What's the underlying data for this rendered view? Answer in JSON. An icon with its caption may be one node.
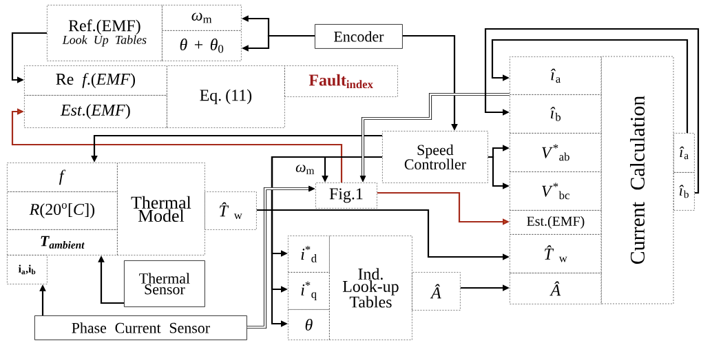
{
  "diagram": {
    "nodes": [
      {
        "text": [
          "Ref.(EMF)",
          "Look Up Tables"
        ]
      },
      {
        "text": [
          "*ω*$_{m}$"
        ]
      },
      {
        "text": [
          "*θ* + *θ*$_{0}$"
        ]
      },
      {
        "text": [
          "Encoder"
        ]
      },
      {
        "text": [
          "Re *f*.(*EMF*)"
        ]
      },
      {
        "text": [
          "*Est*.(*EMF*)"
        ]
      },
      {
        "text": [
          "Eq. (11)"
        ]
      },
      {
        "text": [
          "Fault$_{index}$"
        ]
      },
      {
        "text": [
          "*f*"
        ]
      },
      {
        "text": [
          "*R*(20$^{o}$[*C*])"
        ]
      },
      {
        "text": [
          "T$_{ambient}$"
        ]
      },
      {
        "text": [
          "Thermal Model"
        ]
      },
      {
        "text": [
          "*T̂*$_{w}$"
        ]
      },
      {
        "text": [
          "i$_{a}$,i$_{b}$"
        ]
      },
      {
        "text": [
          "Thermal Sensor"
        ]
      },
      {
        "text": [
          "Speed Controller"
        ]
      },
      {
        "text": [
          "Fig.1"
        ]
      },
      {
        "text": [
          "*i*$^{*}$$_{d}$"
        ]
      },
      {
        "text": [
          "*i*$^{*}$$_{q}$"
        ]
      },
      {
        "text": [
          "*θ*"
        ]
      },
      {
        "text": [
          "Ind. Look-up Tables"
        ]
      },
      {
        "text": [
          "*Â*"
        ]
      },
      {
        "text": [
          "Phase Current Sensor"
        ]
      },
      {
        "text": [
          "*î*$_{a}$"
        ]
      },
      {
        "text": [
          "*î*$_{b}$"
        ]
      },
      {
        "text": [
          "*V*$^{*}$$_{ab}$"
        ]
      },
      {
        "text": [
          "*V*$^{*}$$_{bc}$"
        ]
      },
      {
        "text": [
          "Est.(EMF)"
        ]
      },
      {
        "text": [
          "*T̂*$_{w}$"
        ]
      },
      {
        "text": [
          "*Â*"
        ]
      },
      {
        "text": [
          "Current Calculation"
        ]
      },
      {
        "text": [
          "*î*$_{a}$"
        ]
      },
      {
        "text": [
          "*î*$_{b}$"
        ]
      }
    ],
    "edges": [
      {
        "from": 3,
        "to": 1,
        "arrow": "to"
      },
      {
        "from": 3,
        "to": 2,
        "arrow": "to"
      },
      {
        "from": 3,
        "to": 15,
        "arrow": "to"
      },
      {
        "from": 0,
        "to": 4,
        "arrow": "to"
      },
      {
        "from": 16,
        "to": 5,
        "arrow": "to",
        "color": "#a52a1a"
      },
      {
        "from": 16,
        "to": 27,
        "arrow": "to",
        "color": "#a52a1a"
      },
      {
        "from": 15,
        "to": 8,
        "arrow": "to"
      },
      {
        "from": 15,
        "to": 16,
        "arrow": "to",
        "label": "*ω*$_{m}$"
      },
      {
        "from": 15,
        "to": 17,
        "arrow": "to"
      },
      {
        "from": 15,
        "to": 18,
        "arrow": "to"
      },
      {
        "from": 15,
        "to": 19,
        "arrow": "to"
      },
      {
        "from": 22,
        "to": 16,
        "arrow": "to",
        "style": "thick"
      },
      {
        "from": 23,
        "to": 16,
        "arrow": "to",
        "style": "thick"
      },
      {
        "from": 22,
        "to": 13,
        "arrow": "to"
      },
      {
        "from": 14,
        "to": 10,
        "arrow": "to"
      },
      {
        "from": 12,
        "to": 28,
        "arrow": "to"
      },
      {
        "from": 15,
        "to": 25,
        "arrow": "to"
      },
      {
        "from": 15,
        "to": 26,
        "arrow": "to"
      },
      {
        "from": 21,
        "to": 29,
        "arrow": "to"
      },
      {
        "from": 31,
        "to": 23,
        "arrow": "to"
      },
      {
        "from": 32,
        "to": 24,
        "arrow": "to"
      }
    ]
  }
}
